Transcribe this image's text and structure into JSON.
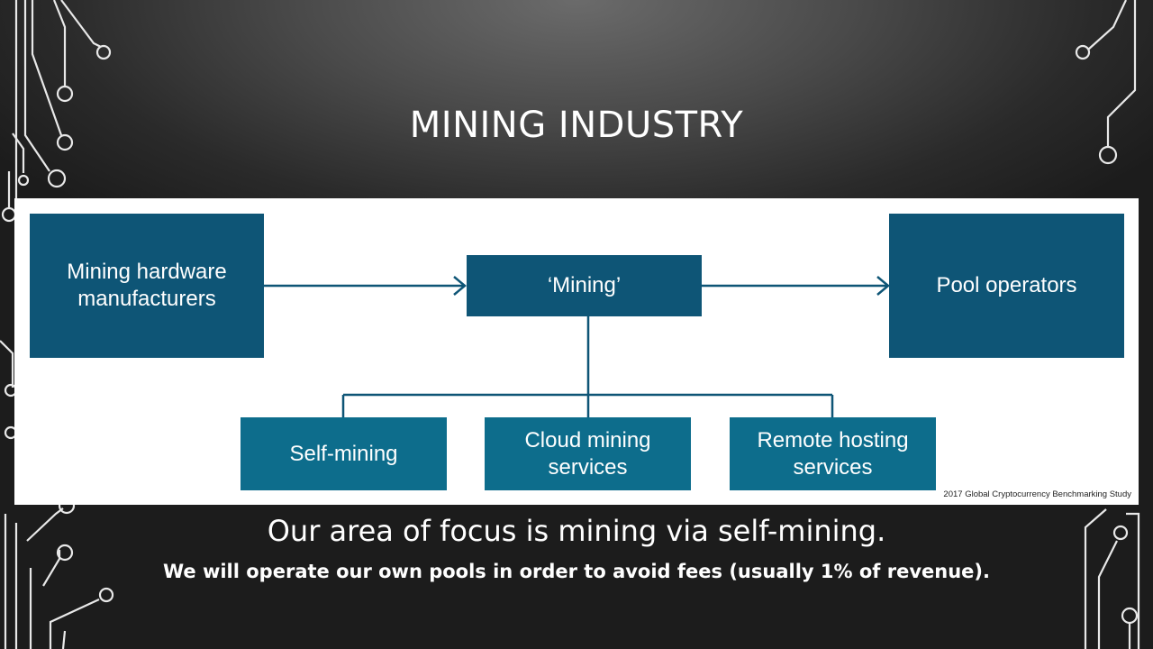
{
  "slide": {
    "title": "MINING INDUSTRY",
    "focus_text": "Our area of focus is mining via self-mining.",
    "detail_text": "We will operate our own pools in order to avoid fees (usually 1% of revenue)."
  },
  "diagram": {
    "nodes": {
      "hardware": "Mining hardware manufacturers",
      "mining": "‘Mining’",
      "pool": "Pool operators",
      "self": "Self-mining",
      "cloud": "Cloud mining services",
      "remote": "Remote hosting services"
    },
    "source_caption": "2017 Global Cryptocurrency Benchmarking Study"
  },
  "colors": {
    "node_dark": "#0e5576",
    "node_mid": "#0d6d8c",
    "connector": "#0e5576",
    "circuit_lines": "#e6e6e6"
  }
}
